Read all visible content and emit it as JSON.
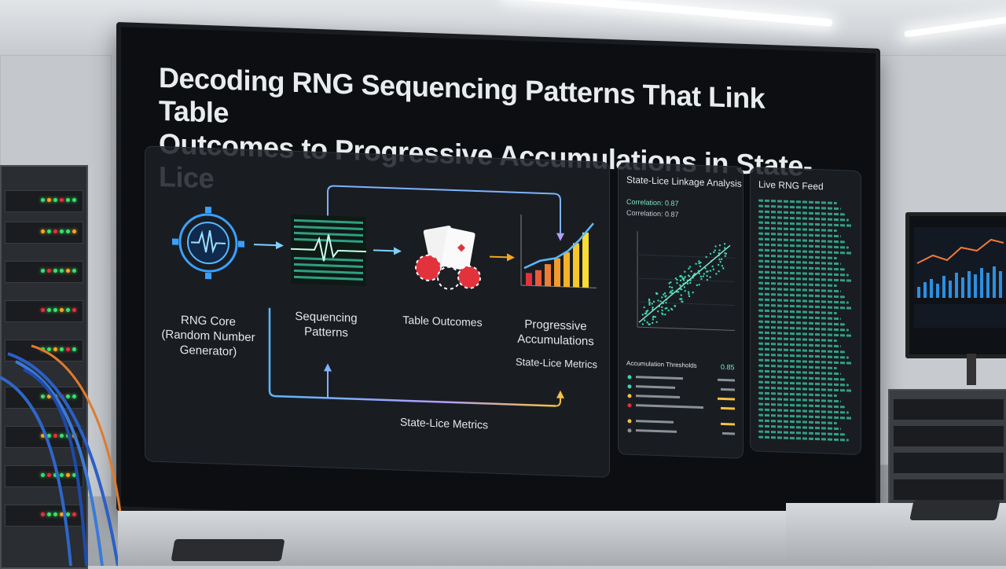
{
  "title": {
    "line1": "Decoding RNG Sequencing Patterns That Link Table",
    "line2": "Outcomes to Progressive Accumulations in State-Lice"
  },
  "flow": {
    "rng_core": {
      "line1": "RNG Core",
      "line2": "(Random Number",
      "line3": "Generator)"
    },
    "sequencing": {
      "line1": "Sequencing",
      "line2": "Patterns"
    },
    "table_outcomes": "Table Outcomes",
    "progressive": {
      "line1": "Progressive",
      "line2": "Accumulations"
    },
    "metrics_right": "State-Lice Metrics",
    "metrics_bottom": "State-Lice Metrics"
  },
  "linkage": {
    "title": "State-Lice Linkage Analysis",
    "correlation1": "Correlation: 0.87",
    "correlation2": "Correlation: 0.87",
    "thresholds_title": "Accumulation Thresholds",
    "thresholds_value": "0.85"
  },
  "feed": {
    "title": "Live RNG Feed"
  },
  "colors": {
    "accent_blue": "#3aa0ff",
    "accent_teal": "#3fd6b2",
    "accent_orange": "#f5a623",
    "accent_red": "#e2323c"
  }
}
